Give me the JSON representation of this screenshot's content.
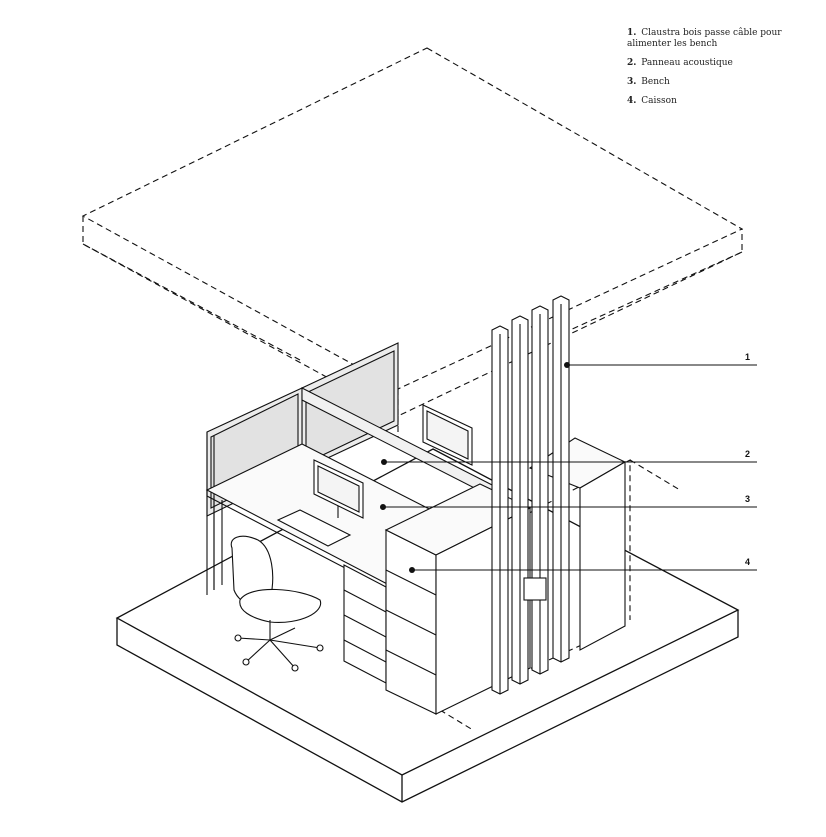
{
  "legend": {
    "items": [
      {
        "number": "1.",
        "text": "Claustra bois passe câble pour alimenter les bench"
      },
      {
        "number": "2.",
        "text": "Panneau acoustique"
      },
      {
        "number": "3.",
        "text": "Bench"
      },
      {
        "number": "4.",
        "text": "Caisson"
      }
    ]
  },
  "callouts": [
    {
      "label": "1"
    },
    {
      "label": "2"
    },
    {
      "label": "3"
    },
    {
      "label": "4"
    }
  ],
  "colors": {
    "line": "#111111",
    "panel_fill": "#ececec",
    "slab_fill": "#ffffff"
  }
}
